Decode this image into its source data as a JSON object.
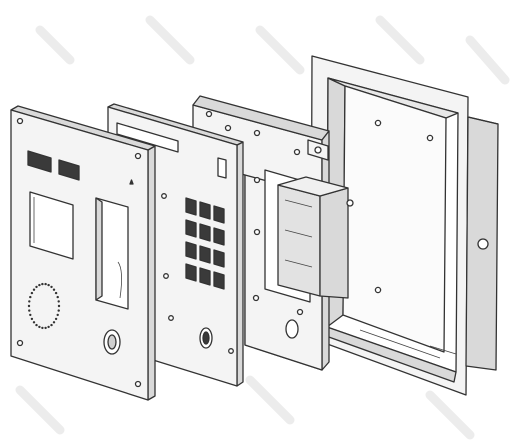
{
  "drawing": {
    "kind": "exploded isometric line drawing",
    "layers": [
      "front-panel",
      "keypad-plate",
      "mounting-frame",
      "flush-mount-box"
    ],
    "keypad": {
      "rows": 4,
      "cols": 3
    },
    "colors": {
      "line": "#333333",
      "face": "#f4f4f4",
      "side": "#d9d9d9",
      "key": "#3a3a3a"
    }
  }
}
